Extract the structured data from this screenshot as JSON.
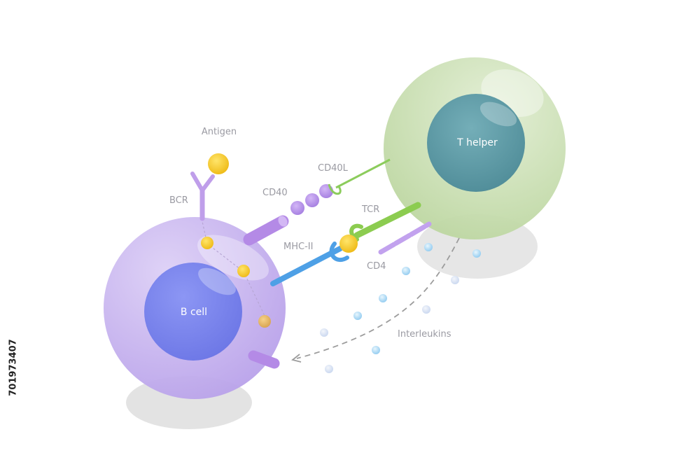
{
  "labels": {
    "antigen": "Antigen",
    "bcr": "BCR",
    "cd40": "CD40",
    "cd40l": "CD40L",
    "tcr": "TCR",
    "mhc2": "MHC-II",
    "cd4": "CD4",
    "interleukins": "Interleukins",
    "b_cell": "B cell",
    "t_helper": "T helper"
  },
  "image_id": "701973407",
  "colors": {
    "b_cell_membrane": "#c8b4ee",
    "b_cell_nucleus": "#7c86ef",
    "t_cell_membrane": "#cde0b6",
    "t_cell_nucleus": "#5e9aa6",
    "antigen": "#f7cc2e",
    "receptor_purple": "#b48ae6",
    "tcr_green": "#8fcc5a",
    "mhc_blue": "#4ea0e6",
    "interleukin": "#a9d8f2"
  }
}
